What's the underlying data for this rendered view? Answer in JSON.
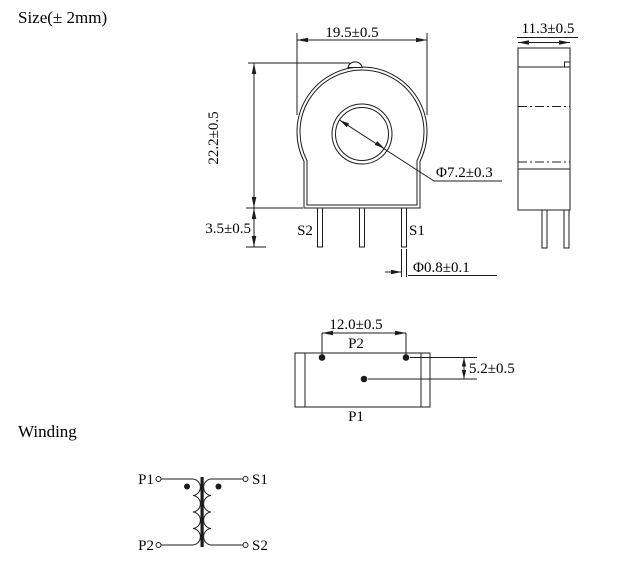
{
  "title": "Size(± 2mm)",
  "sections": {
    "winding_heading": "Winding"
  },
  "front_view": {
    "width_dim": "19.5±0.5",
    "height_dim": "22.2±0.5",
    "pin_length_dim": "3.5±0.5",
    "hole_dia_dim": "Φ7.2±0.3",
    "pin_dia_dim": "Φ0.8±0.1",
    "pin_label_left": "S2",
    "pin_label_right": "S1"
  },
  "side_view": {
    "depth_dim": "11.3±0.5"
  },
  "bottom_view": {
    "pin_spacing_dim": "12.0±0.5",
    "row_offset_dim": "5.2±0.5",
    "top_row_label": "P2",
    "bottom_label": "P1"
  },
  "winding_diagram": {
    "primary_top": "P1",
    "primary_bottom": "P2",
    "secondary_top": "S1",
    "secondary_bottom": "S2"
  },
  "colors": {
    "line": "#1c1c1c",
    "text": "#000000",
    "background": "#ffffff"
  }
}
